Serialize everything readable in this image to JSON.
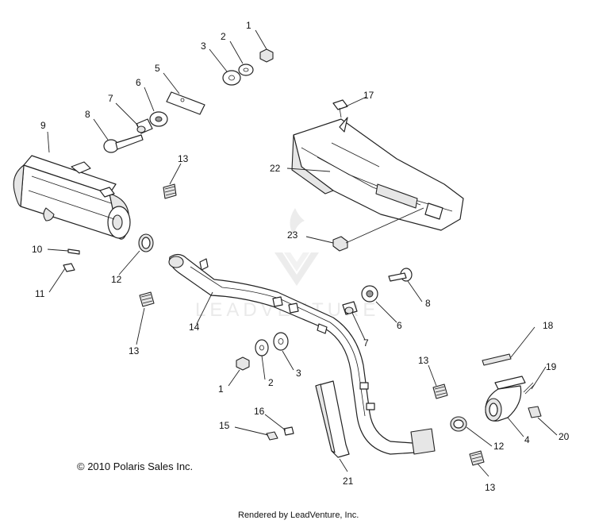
{
  "diagram": {
    "copyright": "© 2010 Polaris Sales Inc.",
    "rendered_by": "Rendered by LeadVenture, Inc.",
    "watermark": "LEADVENTURE",
    "callouts": [
      "1",
      "2",
      "3",
      "5",
      "6",
      "7",
      "8",
      "9",
      "13",
      "17",
      "22",
      "23",
      "10",
      "11",
      "12",
      "14",
      "13",
      "8",
      "6",
      "7",
      "18",
      "19",
      "1",
      "2",
      "3",
      "13",
      "4",
      "20",
      "15",
      "16",
      "12",
      "13",
      "21"
    ]
  }
}
